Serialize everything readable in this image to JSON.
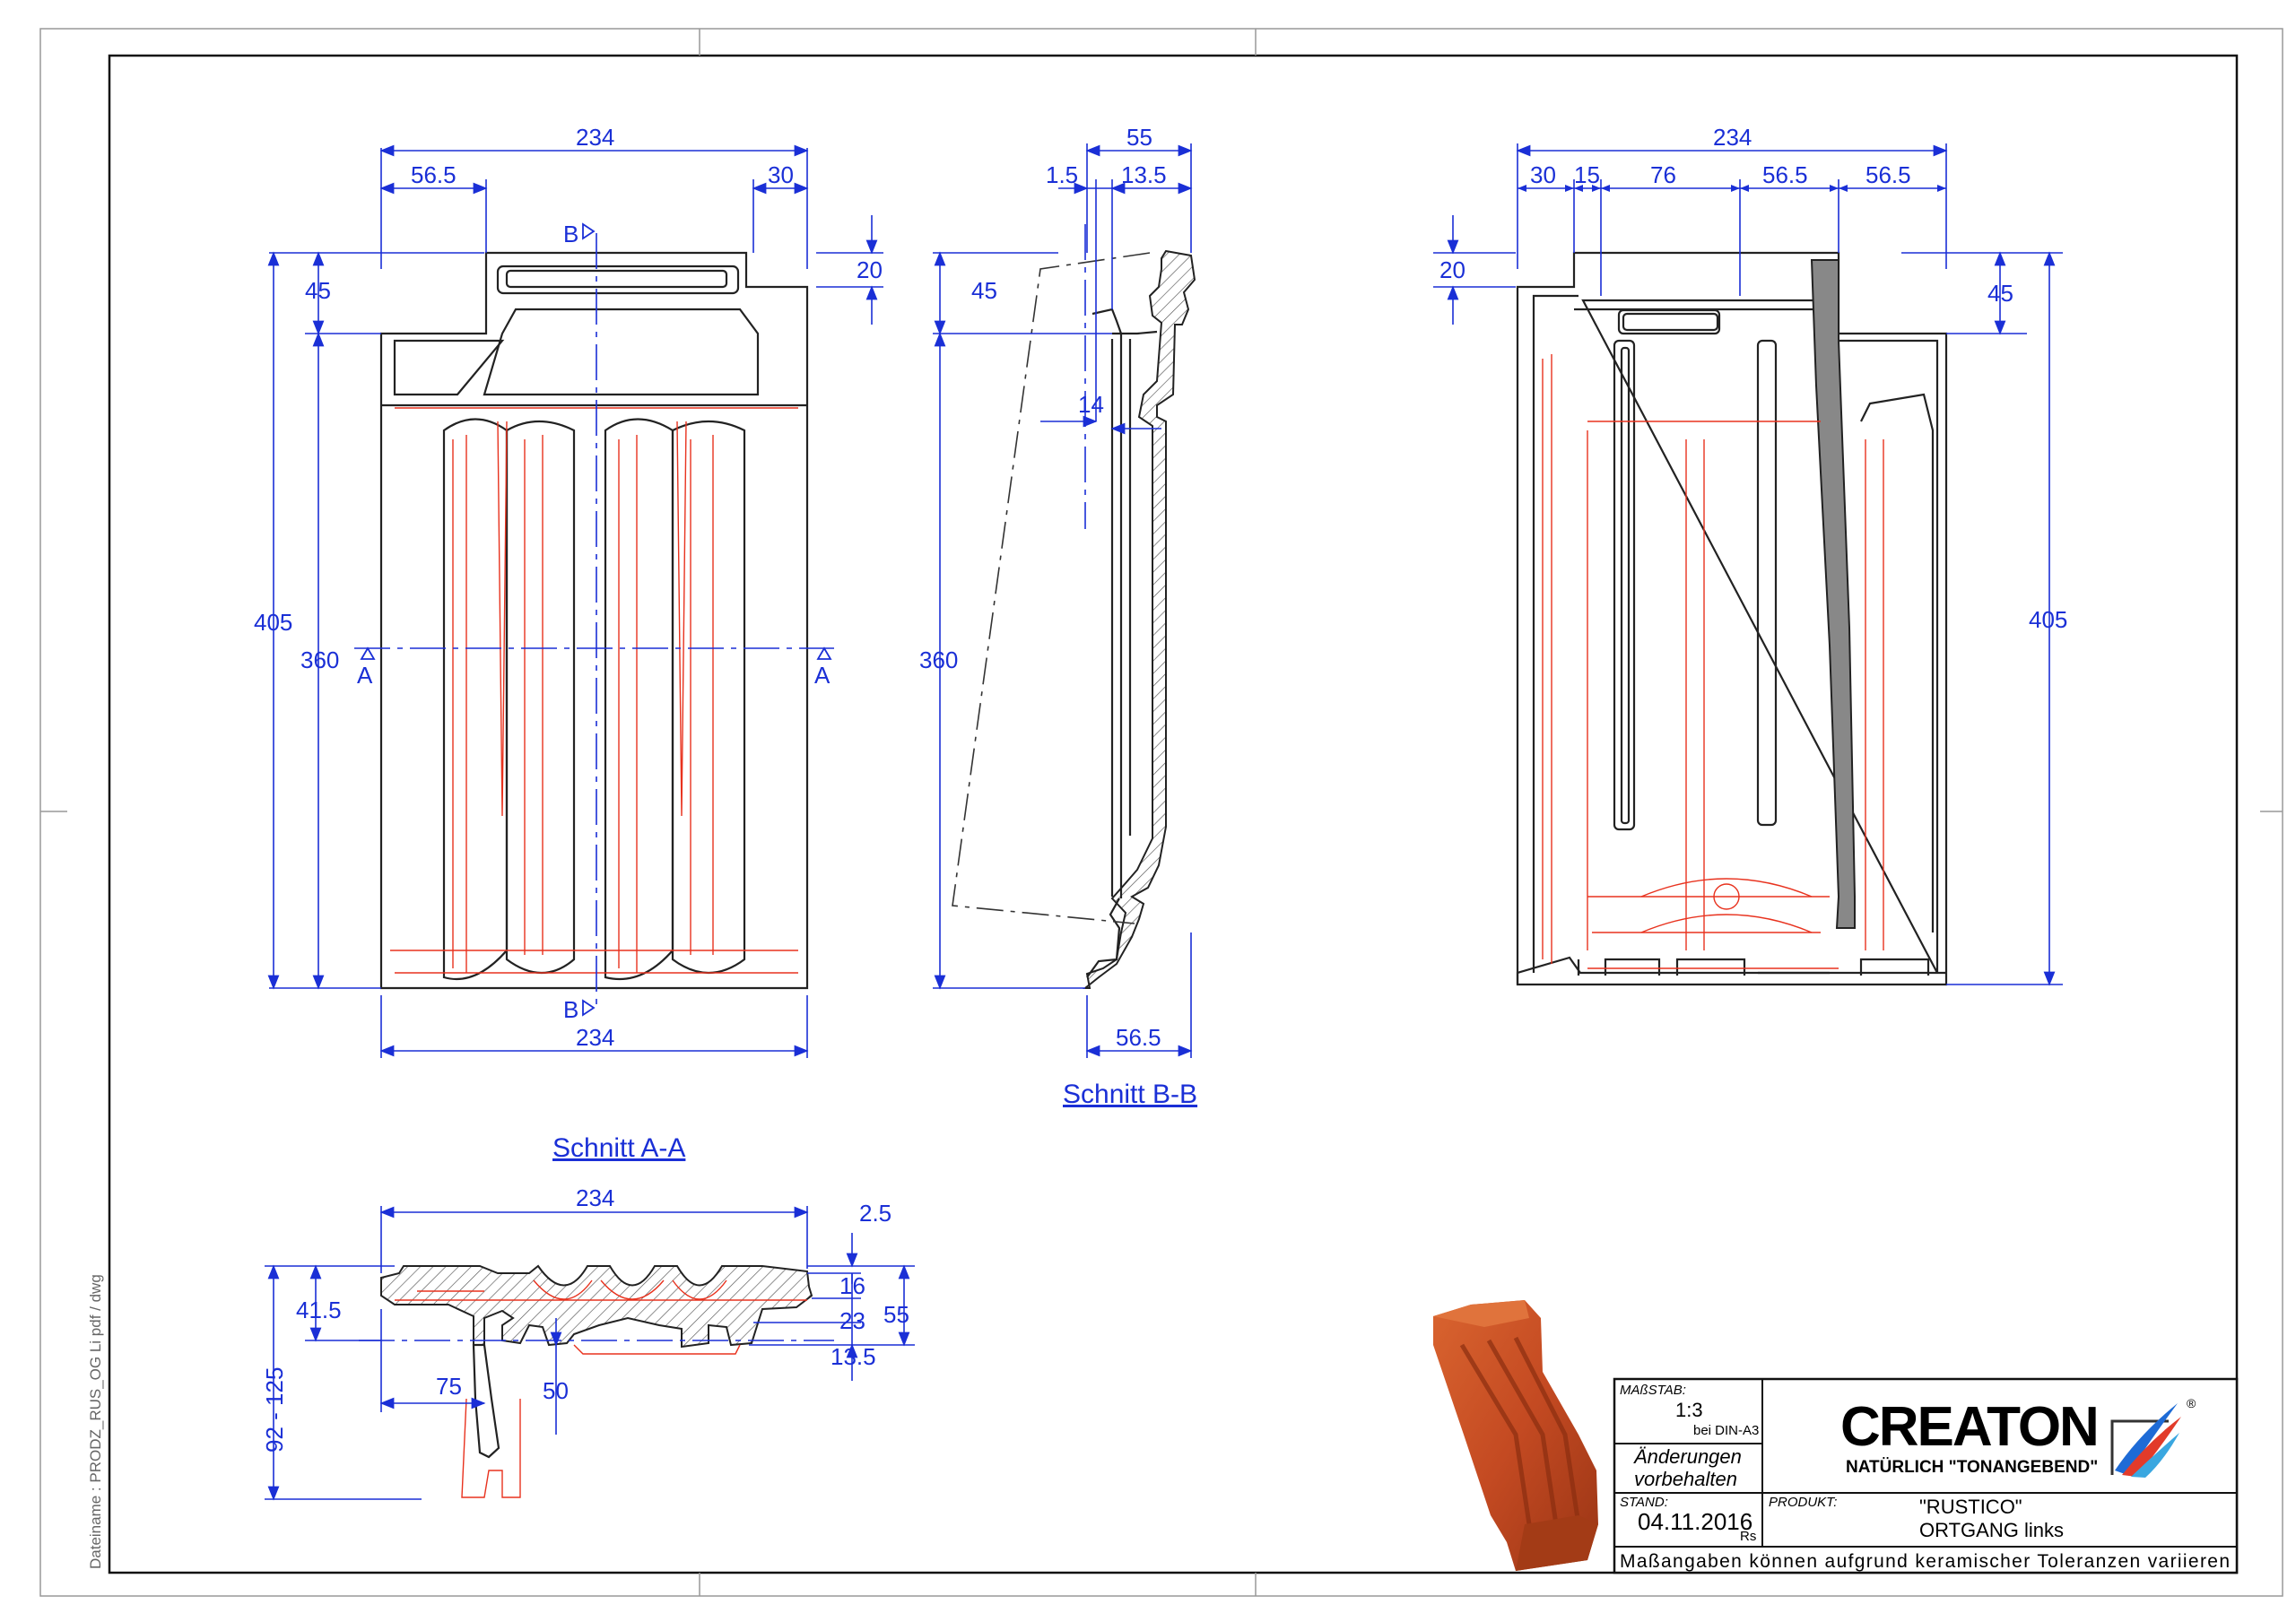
{
  "sheet": {
    "filename_label": "Dateiname : PRODZ_RUS_OG Li pdf / dwg"
  },
  "views": {
    "front": {
      "dims": {
        "top_width": "234",
        "top_left": "56.5",
        "top_right": "30",
        "right_vertical": "20",
        "left_top": "45",
        "left_total": "405",
        "left_cover": "360",
        "bottom_width": "234",
        "section_a_left": "A",
        "section_a_right": "A",
        "section_b_top": "B",
        "section_b_bottom": "B"
      }
    },
    "section_bb": {
      "title": "Schnitt B-B",
      "dims": {
        "top": "55",
        "top_small": "1.5",
        "top_right": "13.5",
        "left_top": "45",
        "mid": "14",
        "left_cover": "360",
        "bottom": "56.5"
      }
    },
    "back": {
      "dims": {
        "top_width": "234",
        "d1": "30",
        "d2": "15",
        "d3": "76",
        "d4": "56.5",
        "d5": "56.5",
        "left_vertical": "20",
        "right_top": "45",
        "right_total": "405"
      }
    },
    "section_aa": {
      "title": "Schnitt A-A",
      "dims": {
        "width": "234",
        "right_top": "2.5",
        "r1": "16",
        "r2": "23",
        "r3": "13.5",
        "right_total": "55",
        "left_top": "41.5",
        "left_range": "92 - 125",
        "b1": "75",
        "b2": "50"
      }
    }
  },
  "title_block": {
    "scale_label": "MAßSTAB:",
    "scale_value": "1:3",
    "scale_note": "bei DIN-A3",
    "changes_line1": "Änderungen",
    "changes_line2": "vorbehalten",
    "date_label": "STAND:",
    "date_value": "04.11.2016",
    "author": "Rs",
    "product_label": "PRODUKT:",
    "product_name": "\"RUSTICO\"",
    "product_variant": "ORTGANG links",
    "brand": "CREATON",
    "brand_registered": "®",
    "tagline": "NATÜRLICH \"TONANGEBEND\"",
    "disclaimer": "Maßangaben können aufgrund keramischer Toleranzen variieren"
  },
  "colors": {
    "dimension": "#1a2fd6",
    "outline": "#222222",
    "hidden_red": "#e8321e",
    "tile_clay": "#c84a25"
  }
}
